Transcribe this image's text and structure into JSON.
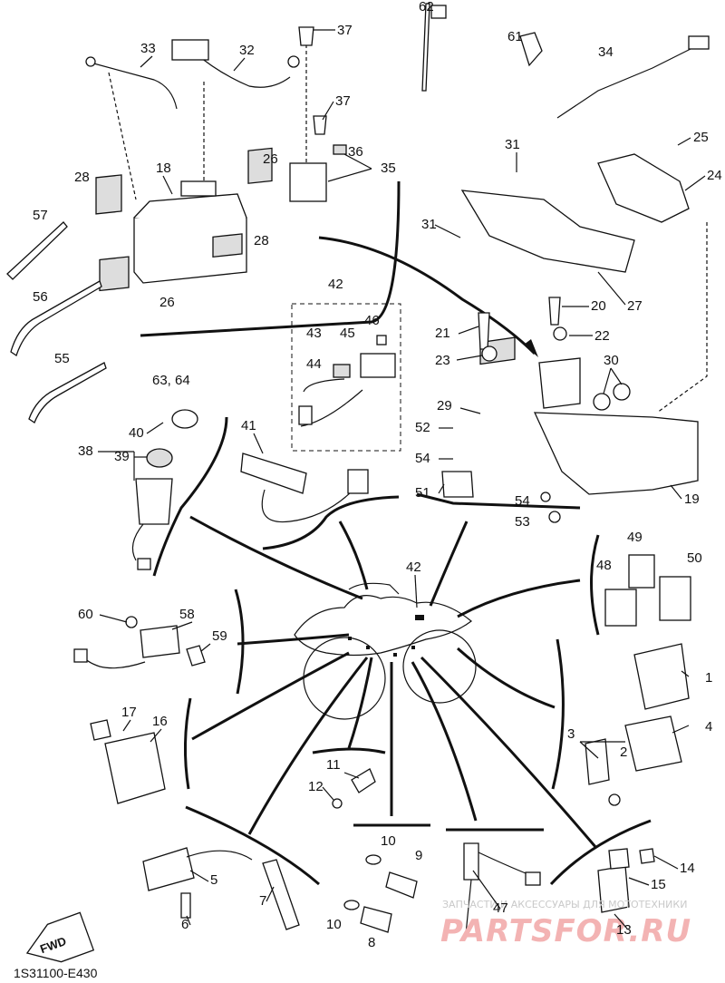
{
  "diagram_code": "1S31100-E430",
  "fwd_label": "FWD",
  "watermark": {
    "small": "ЗАПЧАСТИ И АКСЕССУАРЫ ДЛЯ МОТОТЕХНИКИ",
    "big": "PARTSFOR.RU"
  },
  "callouts": {
    "p1": "1",
    "p2": "2",
    "p3": "3",
    "p4": "4",
    "p5": "5",
    "p6": "6",
    "p7": "7",
    "p8": "8",
    "p9": "9",
    "p10a": "10",
    "p10b": "10",
    "p11": "11",
    "p12": "12",
    "p13": "13",
    "p14": "14",
    "p15": "15",
    "p16": "16",
    "p17": "17",
    "p18": "18",
    "p19": "19",
    "p20": "20",
    "p21": "21",
    "p22": "22",
    "p23": "23",
    "p24": "24",
    "p25": "25",
    "p26a": "26",
    "p26b": "26",
    "p27": "27",
    "p28a": "28",
    "p28b": "28",
    "p29": "29",
    "p30": "30",
    "p31a": "31",
    "p31b": "31",
    "p32": "32",
    "p33": "33",
    "p34": "34",
    "p35": "35",
    "p36": "36",
    "p37a": "37",
    "p37b": "37",
    "p38": "38",
    "p39": "39",
    "p40": "40",
    "p41": "41",
    "p42a": "42",
    "p42b": "42",
    "p43": "43",
    "p44": "44",
    "p45": "45",
    "p46": "46",
    "p47": "47",
    "p48": "48",
    "p49": "49",
    "p50": "50",
    "p51": "51",
    "p52": "52",
    "p53": "53",
    "p54a": "54",
    "p54b": "54",
    "p55": "55",
    "p56": "56",
    "p57": "57",
    "p58": "58",
    "p59": "59",
    "p60": "60",
    "p61": "61",
    "p62": "62",
    "p6364": "63, 64"
  }
}
